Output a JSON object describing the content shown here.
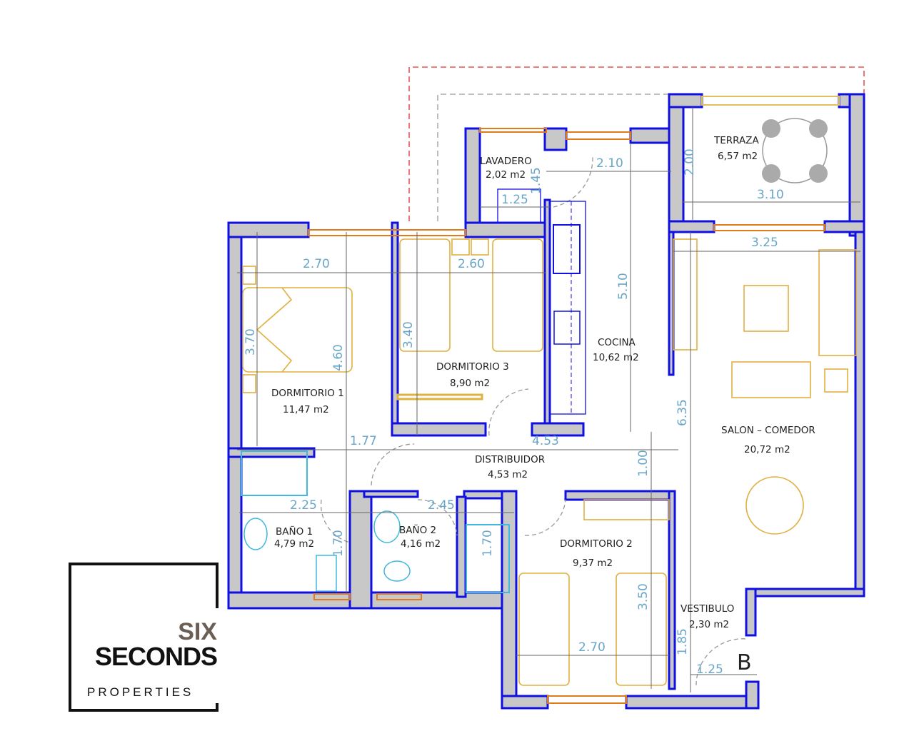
{
  "rooms": {
    "lavadero": {
      "name": "LAVADERO",
      "area": "2,02 m2"
    },
    "terraza": {
      "name": "TERRAZA",
      "area": "6,57 m2"
    },
    "cocina": {
      "name": "COCINA",
      "area": "10,62 m2"
    },
    "dormitorio1": {
      "name": "DORMITORIO 1",
      "area": "11,47 m2"
    },
    "dormitorio3": {
      "name": "DORMITORIO 3",
      "area": "8,90 m2"
    },
    "distribuidor": {
      "name": "DISTRIBUIDOR",
      "area": "4,53 m2"
    },
    "salon": {
      "name": "SALON – COMEDOR",
      "area": "20,72 m2"
    },
    "bano1": {
      "name": "BAÑO 1",
      "area": "4,79 m2"
    },
    "bano2": {
      "name": "BAÑO 2",
      "area": "4,16 m2"
    },
    "dormitorio2": {
      "name": "DORMITORIO 2",
      "area": "9,37 m2"
    },
    "vestibulo": {
      "name": "VESTIBULO",
      "area": "2,30 m2"
    }
  },
  "dimensions": {
    "d270a": "2.70",
    "d260": "2.60",
    "d370": "3.70",
    "d460": "4.60",
    "d340": "3.40",
    "d210": "2.10",
    "d145": "1.45",
    "d125a": "1.25",
    "d200": "2.00",
    "d310": "3.10",
    "d325": "3.25",
    "d510": "5.10",
    "d635": "6.35",
    "d177": "1.77",
    "d453": "4.53",
    "d100": "1.00",
    "d225": "2.25",
    "d245": "2.45",
    "d170a": "1.70",
    "d170b": "1.70",
    "d350": "3.50",
    "d270b": "2.70",
    "d185": "1.85",
    "d125b": "1.25"
  },
  "entrance_label": "B",
  "logo": {
    "line1": "SIX",
    "line2": "SECONDS",
    "line3": "PROPERTIES"
  },
  "colors": {
    "wall": "#c8c8c8",
    "wall_outline": "#1010e0",
    "window": "#e07a1a",
    "furniture": "#e0b040",
    "dimension": "#6aa6c8",
    "boundary": "#e03030"
  }
}
